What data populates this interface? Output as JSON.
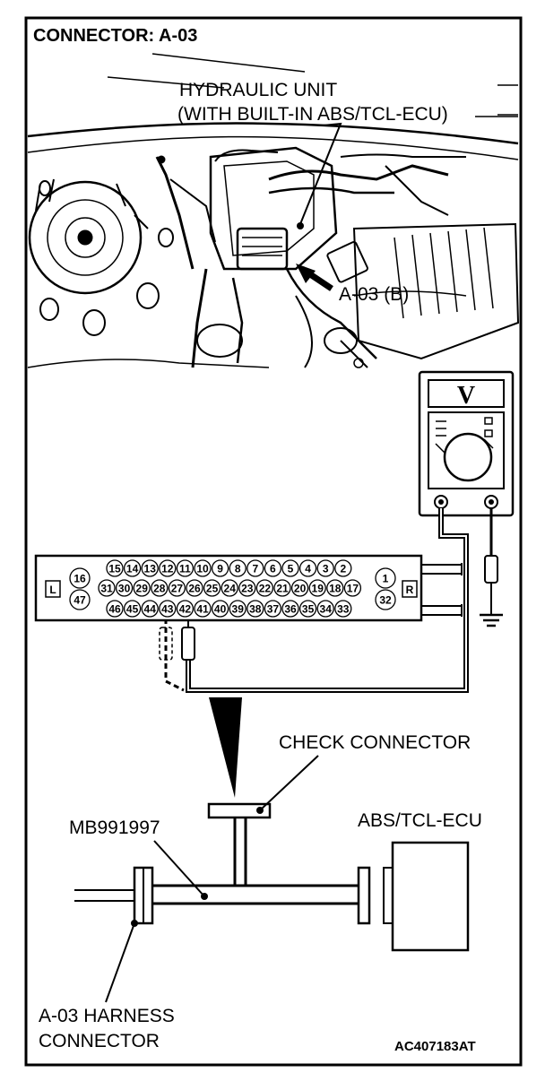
{
  "diagram": {
    "title": "CONNECTOR: A-03",
    "photo": {
      "label_line1": "HYDRAULIC UNIT",
      "label_line2": "(WITH BUILT-IN ABS/TCL-ECU)",
      "connector_label": "A-03 (B)"
    },
    "meter": {
      "symbol": "V"
    },
    "check_connector": {
      "side_left": "L",
      "side_right": "R",
      "row1": [
        "15",
        "14",
        "13",
        "12",
        "11",
        "10",
        "9",
        "8",
        "7",
        "6",
        "5",
        "4",
        "3",
        "2"
      ],
      "row2": [
        "31",
        "30",
        "29",
        "28",
        "27",
        "26",
        "25",
        "24",
        "23",
        "22",
        "21",
        "20",
        "19",
        "18",
        "17"
      ],
      "row3": [
        "46",
        "45",
        "44",
        "43",
        "42",
        "41",
        "40",
        "39",
        "38",
        "37",
        "36",
        "35",
        "34",
        "33"
      ],
      "left_top": "16",
      "left_bottom": "47",
      "right_top": "1",
      "right_bottom": "32"
    },
    "lower": {
      "check_connector_label": "CHECK CONNECTOR",
      "tool_label": "MB991997",
      "ecu_label": "ABS/TCL-ECU",
      "harness_line1": "A-03 HARNESS",
      "harness_line2": "CONNECTOR",
      "figure_code": "AC407183AT"
    }
  }
}
